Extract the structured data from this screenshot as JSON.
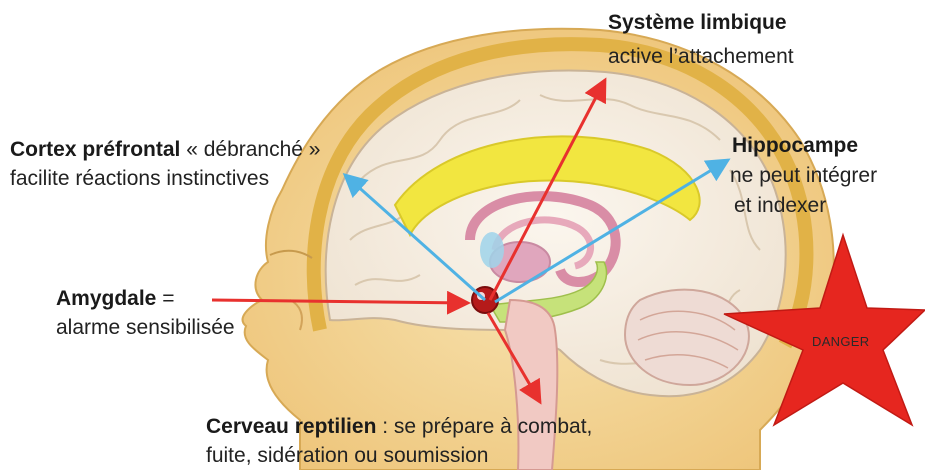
{
  "labels": {
    "limbic": {
      "title": "Système limbique",
      "desc": "active l’attachement"
    },
    "prefrontal": {
      "title": "Cortex préfrontal",
      "desc_inline": "« débranché »",
      "desc": "facilite réactions instinctives"
    },
    "hippocampus": {
      "title": "Hippocampe",
      "desc1": "ne peut intégrer",
      "desc2": "et indexer"
    },
    "amygdala": {
      "title": "Amygdale",
      "suffix": "=",
      "desc": "alarme sensibilisée"
    },
    "reptilian": {
      "title": "Cerveau reptilien",
      "desc1": ": se prépare à combat,",
      "desc2": "fuite, sidération ou soumission"
    }
  },
  "badge": {
    "text": "DANGER"
  },
  "colors": {
    "red_arrow": "#e8312e",
    "blue_arrow": "#4fb2e4",
    "star": "#e6261f",
    "skin": "#f3d79a",
    "bone": "#e8c15a",
    "corpus_callosum": "#f2e640",
    "hippocampus_band": "#c6e27a"
  }
}
